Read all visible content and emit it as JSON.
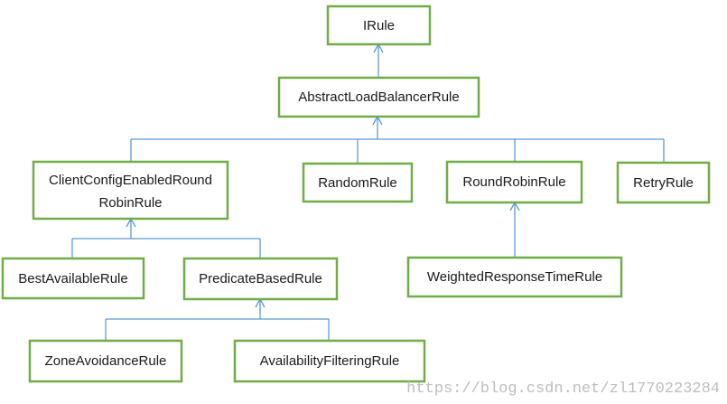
{
  "diagram": {
    "nodes": {
      "irule": "IRule",
      "abstract_lb_rule": "AbstractLoadBalancerRule",
      "client_config_line1": "ClientConfigEnabledRound",
      "client_config_line2": "RobinRule",
      "random_rule": "RandomRule",
      "round_robin_rule": "RoundRobinRule",
      "retry_rule": "RetryRule",
      "best_available_rule": "BestAvailableRule",
      "predicate_based_rule": "PredicateBasedRule",
      "weighted_response_time_rule": "WeightedResponseTimeRule",
      "zone_avoidance_rule": "ZoneAvoidanceRule",
      "availability_filtering_rule": "AvailabilityFilteringRule"
    },
    "edges": [
      {
        "child": "abstract_lb_rule",
        "parent": "irule"
      },
      {
        "child": "client_config_enabled_round_robin_rule",
        "parent": "abstract_lb_rule"
      },
      {
        "child": "random_rule",
        "parent": "abstract_lb_rule"
      },
      {
        "child": "round_robin_rule",
        "parent": "abstract_lb_rule"
      },
      {
        "child": "retry_rule",
        "parent": "abstract_lb_rule"
      },
      {
        "child": "best_available_rule",
        "parent": "client_config_enabled_round_robin_rule"
      },
      {
        "child": "predicate_based_rule",
        "parent": "client_config_enabled_round_robin_rule"
      },
      {
        "child": "weighted_response_time_rule",
        "parent": "round_robin_rule"
      },
      {
        "child": "zone_avoidance_rule",
        "parent": "predicate_based_rule"
      },
      {
        "child": "availability_filtering_rule",
        "parent": "predicate_based_rule"
      }
    ],
    "colors": {
      "box_border": "#70ad47",
      "connector": "#5b9bd5"
    }
  },
  "watermark": "https://blog.csdn.net/zl1770223284"
}
